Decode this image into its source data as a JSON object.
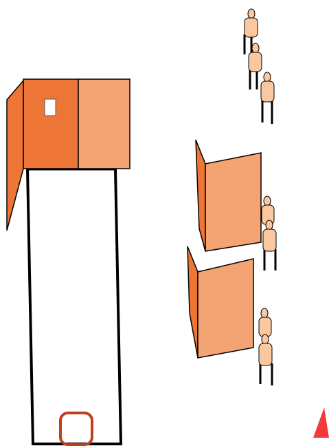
{
  "colors": {
    "background": "#ffffff",
    "dark_orange": "#ed7636",
    "light_orange": "#f4a372",
    "figure_fill": "#fbc79f",
    "outline": "#000000",
    "rim": "#c0401a",
    "marker": "#f23a3a"
  },
  "scene": {
    "wall_segment": {
      "name": "corner-wall"
    },
    "window": {
      "name": "window-icon"
    },
    "room": {
      "name": "long-room"
    },
    "hoop": {
      "name": "hoop-icon"
    },
    "panels": [
      {
        "name": "panel-upper"
      },
      {
        "name": "panel-lower"
      }
    ],
    "figures": [
      {
        "name": "figure-group-top",
        "count": 3
      },
      {
        "name": "figure-group-middle",
        "count": 2
      },
      {
        "name": "figure-group-bottom",
        "count": 2
      }
    ],
    "marker": {
      "name": "direction-marker-icon"
    }
  }
}
